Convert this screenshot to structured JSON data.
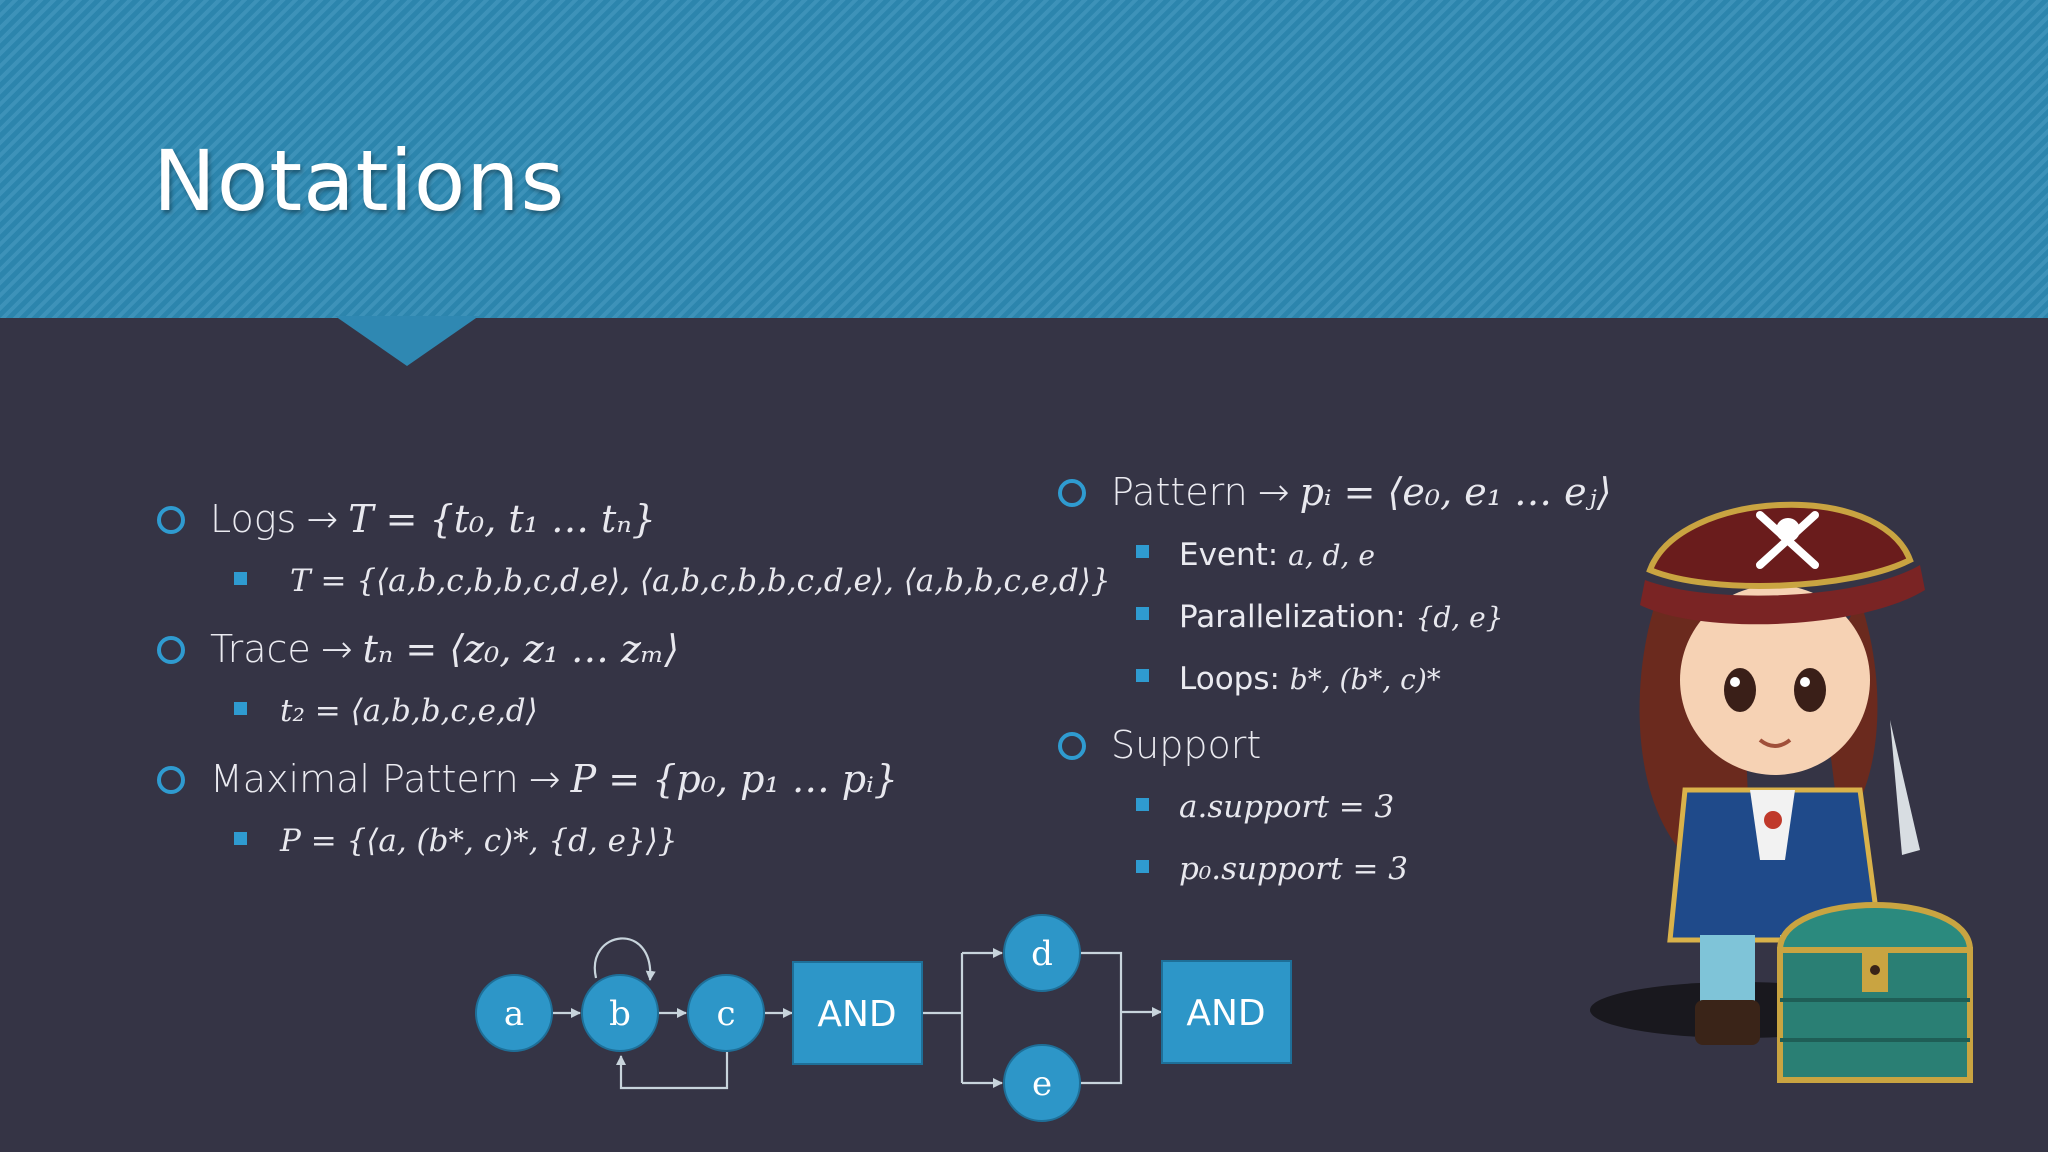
{
  "slide": {
    "title": "Notations"
  },
  "left_column": {
    "logs": {
      "label": "Logs",
      "arrow": "→",
      "formula": "T = {t₀, t₁ … tₙ}",
      "example": "T = {⟨a,b,c,b,b,c,d,e⟩, ⟨a,b,c,b,b,c,d,e⟩, ⟨a,b,b,c,e,d⟩}"
    },
    "trace": {
      "label": "Trace",
      "arrow": "→",
      "formula": "tₙ = ⟨z₀, z₁ … zₘ⟩",
      "example": "t₂ = ⟨a,b,b,c,e,d⟩"
    },
    "maximal_pattern": {
      "label": "Maximal Pattern",
      "arrow": "→",
      "formula": "P = {p₀, p₁ … pᵢ}",
      "example": "P = {⟨a, (b*, c)*, {d, e}⟩}"
    }
  },
  "right_column": {
    "pattern": {
      "label": "Pattern",
      "arrow": "→",
      "formula": "pᵢ = ⟨e₀, e₁ … eⱼ⟩",
      "items": [
        {
          "label": "Event:",
          "value": "a, d, e"
        },
        {
          "label": "Parallelization:",
          "value": "{d, e}"
        },
        {
          "label": "Loops:",
          "value": "b*, (b*, c)*"
        }
      ]
    },
    "support": {
      "label": "Support",
      "items": [
        "a.support = 3",
        "p₀.support = 3"
      ]
    }
  },
  "diagram": {
    "nodes": [
      "a",
      "b",
      "c",
      "d",
      "e"
    ],
    "gates": [
      "AND",
      "AND"
    ]
  },
  "illustration": {
    "name": "pirate-with-treasure-chest"
  },
  "colors": {
    "banner": "#2e8ab4",
    "background": "#353445",
    "accent": "#2f9bd0",
    "node_fill": "#2d96c8",
    "text": "#eaeaf0"
  }
}
